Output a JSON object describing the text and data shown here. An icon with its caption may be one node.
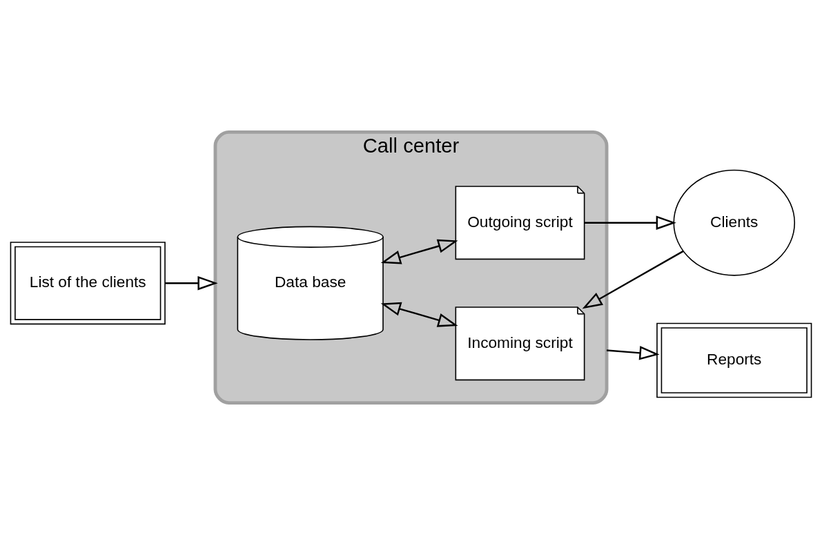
{
  "diagram": {
    "nodes": [
      {
        "text": [
          "List of the clients"
        ]
      },
      {
        "text": [
          "Call center"
        ]
      },
      {
        "text": [
          "Data base"
        ],
        "in": 1
      },
      {
        "text": [
          "Outgoing script"
        ],
        "in": 1
      },
      {
        "text": [
          "Incoming script"
        ],
        "in": 1
      },
      {
        "text": [
          "Clients"
        ]
      },
      {
        "text": [
          "Reports"
        ]
      }
    ],
    "edges": [
      {
        "from": 0,
        "to": 1,
        "arrow": "to"
      },
      {
        "from": 2,
        "to": 3,
        "arrow": "both"
      },
      {
        "from": 2,
        "to": 4,
        "arrow": "both"
      },
      {
        "from": 3,
        "to": 5,
        "arrow": "to"
      },
      {
        "from": 5,
        "to": 4,
        "arrow": "to"
      },
      {
        "from": 1,
        "to": 6,
        "arrow": "to"
      }
    ]
  }
}
